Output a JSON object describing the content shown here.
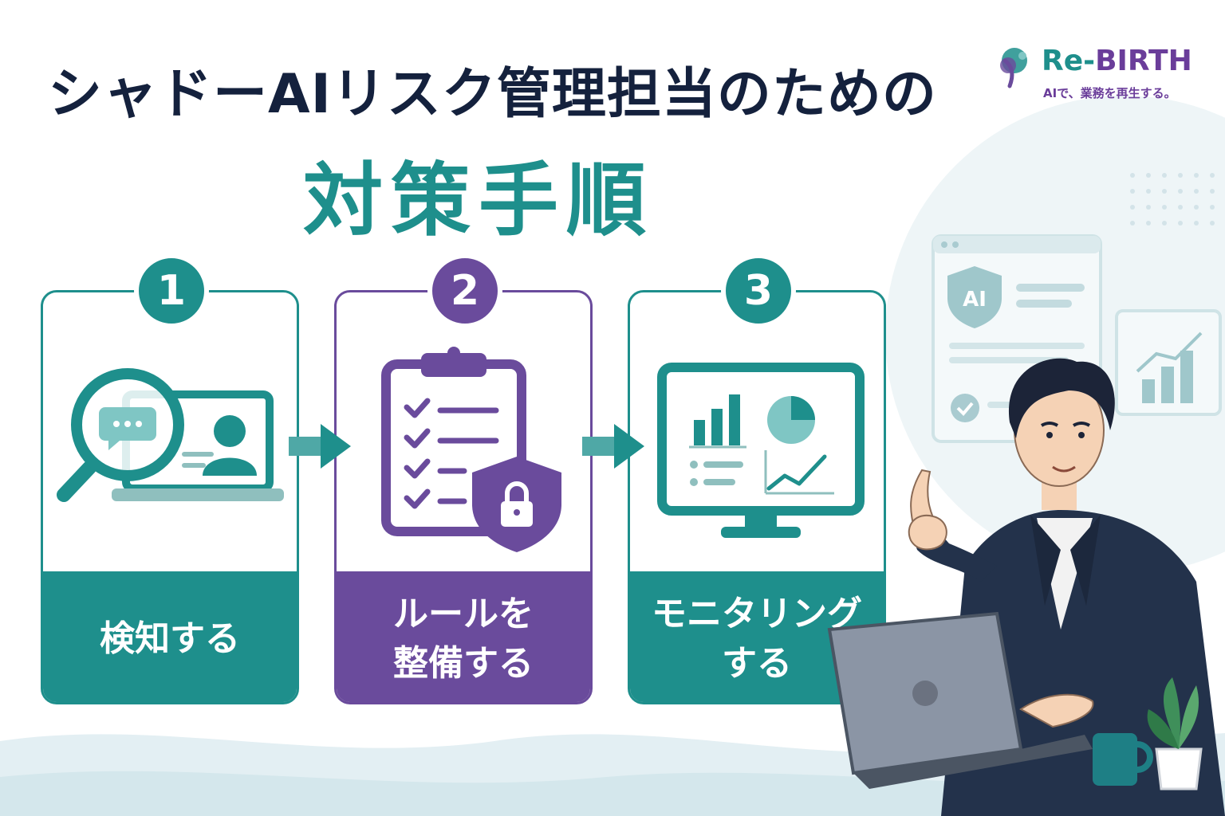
{
  "header": {
    "title_line1": "シャドーAIリスク管理担当のための",
    "title_line2": "対策手順"
  },
  "brand": {
    "name_part1": "Re-",
    "name_part2": "BIRTH",
    "tagline": "AIで、業務を再生する。",
    "teal": "#1e8f8c",
    "purple": "#6a4b9c",
    "navy": "#14213d"
  },
  "steps": [
    {
      "number": "1",
      "label_lines": [
        "検知する"
      ],
      "color": "#1e8f8c",
      "icon": "magnifier-laptop-icon"
    },
    {
      "number": "2",
      "label_lines": [
        "ルールを",
        "整備する"
      ],
      "color": "#6a4b9c",
      "icon": "clipboard-shield-icon"
    },
    {
      "number": "3",
      "label_lines": [
        "モニタリング",
        "する"
      ],
      "color": "#1e8f8c",
      "icon": "monitor-dashboard-icon"
    }
  ],
  "decor": {
    "ai_panel_text": "AI"
  }
}
